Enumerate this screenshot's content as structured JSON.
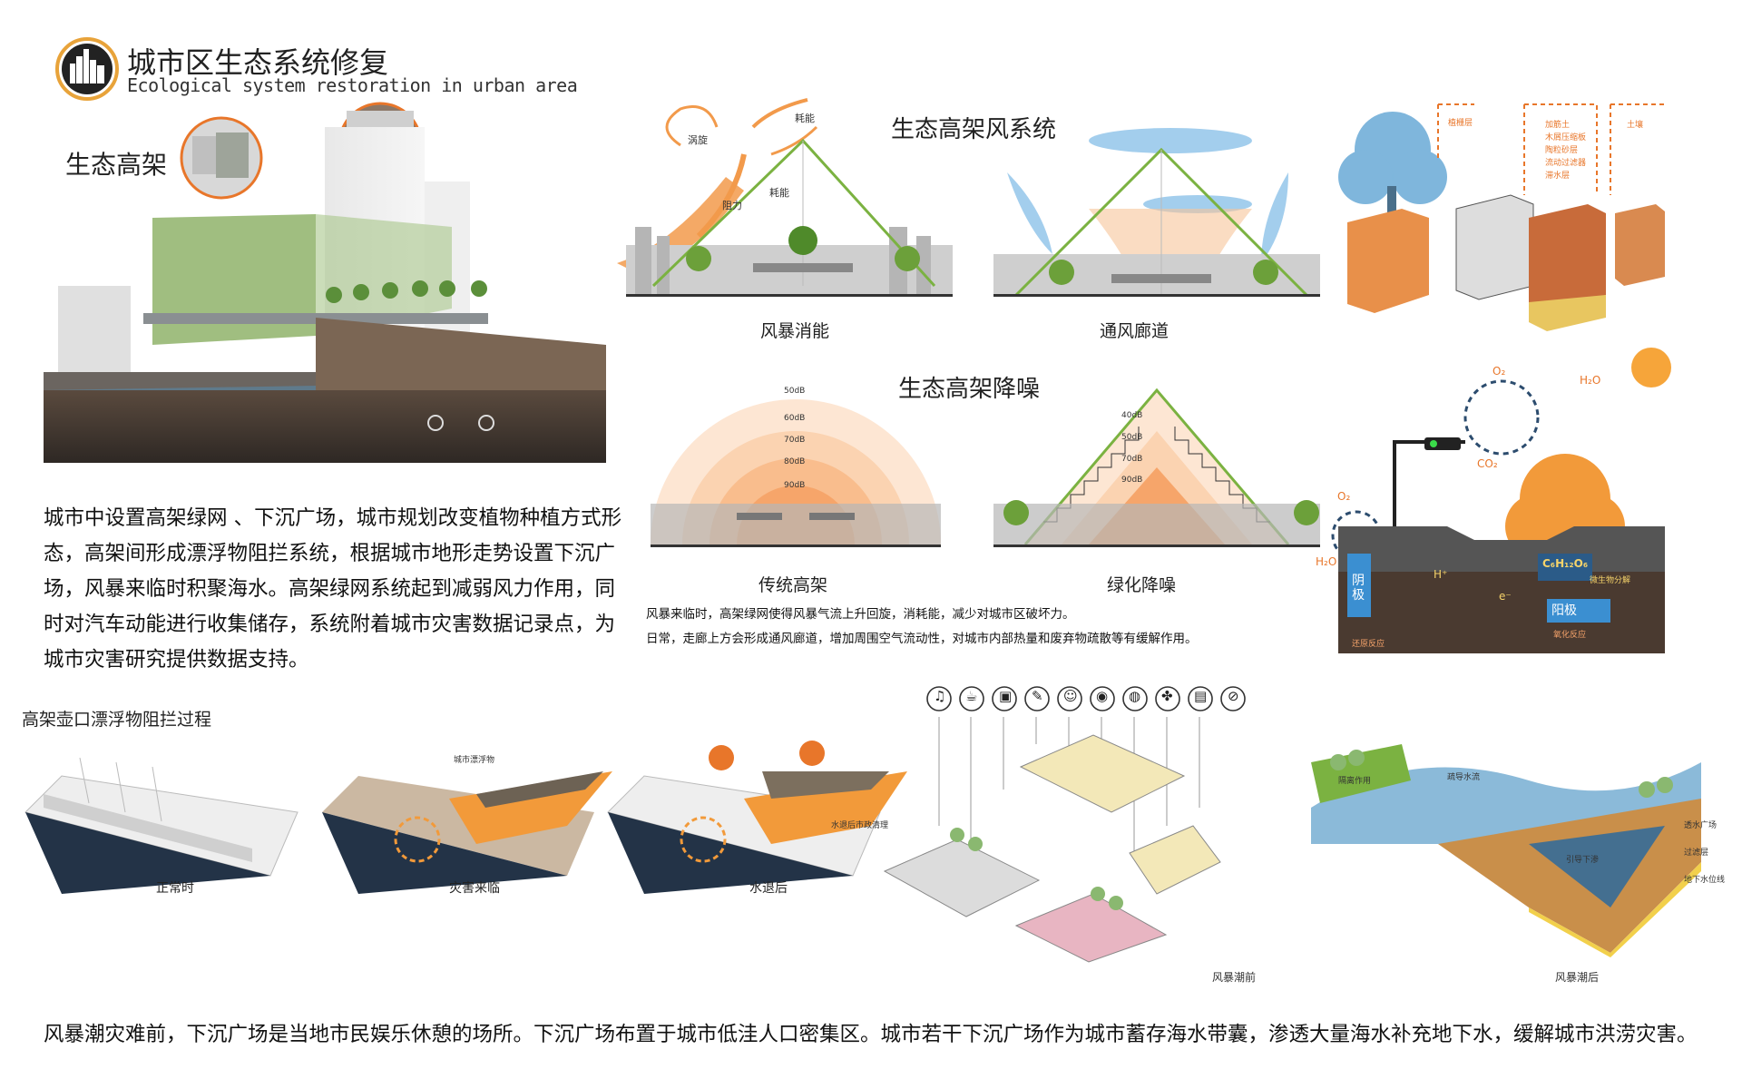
{
  "header": {
    "title": "城市区生态系统修复",
    "subtitle": "Ecological system restoration in urban area"
  },
  "left": {
    "section_label": "生态高架",
    "paragraph": "城市中设置高架绿网 、下沉广场，城市规划改变植物种植方式形态，高架间形成漂浮物阻拦系统，根据城市地形走势设置下沉广场，风暴来临时积聚海水。高架绿网系统起到减弱风力作用，同时对汽车动能进行收集储存，系统附着城市灾害数据记录点，为城市灾害研究提供数据支持。"
  },
  "wind": {
    "title": "生态高架风系统",
    "left_caption": "风暴消能",
    "right_caption": "通风廊道",
    "labels": {
      "vortex": "涡旋",
      "dissipate1": "耗能",
      "resistance": "阻力",
      "dissipate2": "耗能"
    }
  },
  "noise": {
    "title": "生态高架降噪",
    "left_caption": "传统高架",
    "right_caption": "绿化降噪",
    "left_levels": [
      "50dB",
      "60dB",
      "70dB",
      "80dB",
      "90dB"
    ],
    "right_levels": [
      "40dB",
      "50dB",
      "70dB",
      "90dB"
    ],
    "note1": "风暴来临时，高架绿网使得风暴气流上升回旋，消耗能，减少对城市区破坏力。",
    "note2": "日常，走廊上方会形成通风廊道，增加周围空气流动性，对城市内部热量和废弃物疏散等有缓解作用。"
  },
  "layers": {
    "col1": "植栅层",
    "col2": [
      "加筋土",
      "木屑压缩板",
      "陶粒砂层",
      "流动过滤器",
      "滞水层"
    ],
    "col3": "土壤"
  },
  "bio": {
    "o2_top": "O₂",
    "h2o_top": "H₂O",
    "co2": "CO₂",
    "o2_left": "O₂",
    "h2o_left": "H₂O",
    "h_plus": "H⁺",
    "e_minus": "e⁻",
    "formula": "C₆H₁₂O₆",
    "cathode": "阴极",
    "anode": "阳极",
    "microbe": "微生物分解",
    "reduction": "还原反应",
    "oxidation": "氧化反应"
  },
  "debris": {
    "title": "高架壶口漂浮物阻拦过程",
    "normal": "正常时",
    "disaster": "灾害来临",
    "after": "水退后",
    "floating": "城市漂浮物",
    "cleanup": "水退后市政清理"
  },
  "plaza": {
    "before": "风暴潮前",
    "after": "风暴潮后",
    "icons": [
      "music-icon",
      "coffee-icon",
      "photo-icon",
      "palette-icon",
      "mask-icon",
      "eye-icon",
      "ball-icon",
      "game-icon",
      "book-icon",
      "basketball-icon"
    ],
    "diversion": "疏导水流",
    "isolation": "隔离作用",
    "guide": "引导下渗",
    "permeable": "透水广场",
    "filter": "过滤层",
    "groundwater": "地下水位线"
  },
  "bottom": {
    "paragraph": "风暴潮灾难前，下沉广场是当地市民娱乐休憩的场所。下沉广场布置于城市低洼人口密集区。城市若干下沉广场作为城市蓄存海水带囊，渗透大量海水补充地下水，缓解城市洪涝灾害。"
  },
  "colors": {
    "accent": "#e8762a",
    "green": "#7bb241",
    "blue": "#3b8fd1",
    "dark": "#1f2a3a"
  }
}
